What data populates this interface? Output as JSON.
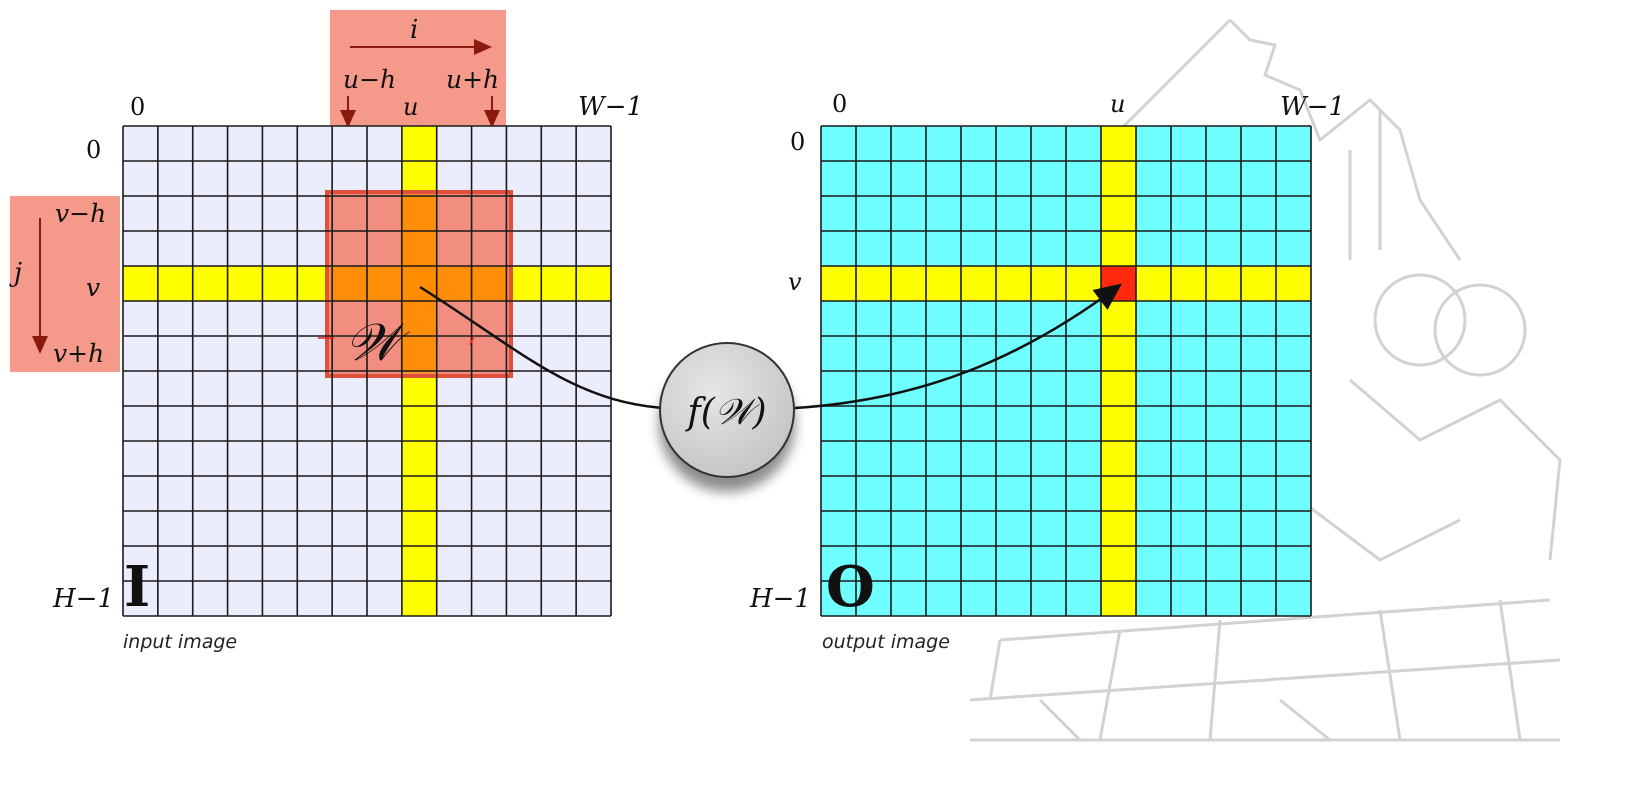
{
  "colors": {
    "input_cell": "#ebedfd",
    "output_cell": "#6fffff",
    "highlight": "#ffff00",
    "window": "#f26a4f",
    "window_core": "#ff8c00",
    "label_band": "#f59a8a",
    "arrow_red": "#8a1a10",
    "target_pixel": "#ff2a10",
    "grid_line": "#1a1a1a",
    "watermark": "#c8c8c8"
  },
  "input_image": {
    "letter": "I",
    "caption": "input image",
    "left_top_label": "0",
    "right_top_label": "W−1",
    "row_top_label": "0",
    "row_bottom_label": "H−1",
    "col_label": "u"
  },
  "output_image": {
    "letter": "O",
    "caption": "output image",
    "left_top_label": "0",
    "right_top_label": "W−1",
    "row_top_label": "0",
    "row_bottom_label": "H−1",
    "col_label": "u",
    "row_label": "v"
  },
  "top_band": {
    "axis_label": "i",
    "left_label": "u−h",
    "right_label": "u+h"
  },
  "left_band": {
    "axis_label": "j",
    "top_label": "v−h",
    "mid_label": "v",
    "bottom_label": "v+h"
  },
  "window": {
    "label": "𝒲"
  },
  "function": {
    "label": "f(𝒲)"
  },
  "grid": {
    "cols": 14,
    "rows": 14,
    "highlight_col": 8,
    "highlight_row": 4,
    "window_radius": 2
  }
}
